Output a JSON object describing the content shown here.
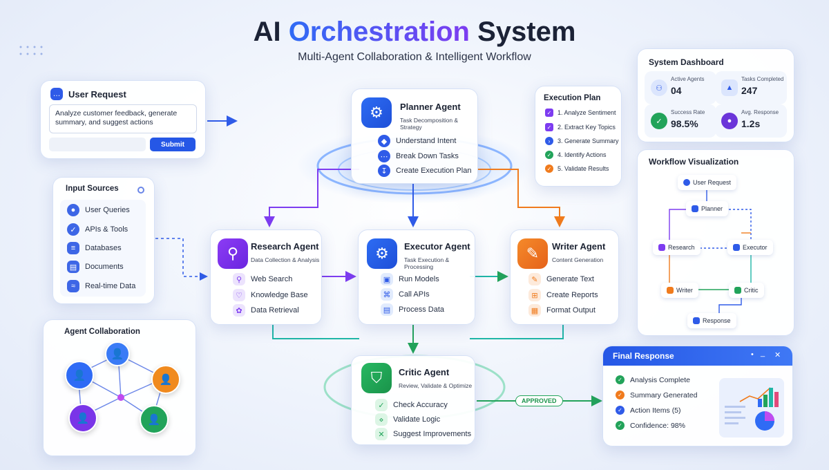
{
  "header": {
    "title_part1": "AI",
    "title_part2": "Orchestration",
    "title_part3": "System",
    "subtitle": "Multi-Agent Collaboration & Intelligent Workflow"
  },
  "user_request": {
    "title": "User Request",
    "text": "Analyze customer feedback, generate summary, and suggest actions",
    "input_placeholder": "",
    "submit_label": "Submit"
  },
  "input_sources": {
    "title": "Input Sources",
    "items": [
      {
        "label": "User Queries",
        "icon": "user-icon"
      },
      {
        "label": "APIs & Tools",
        "icon": "api-icon"
      },
      {
        "label": "Databases",
        "icon": "database-icon"
      },
      {
        "label": "Documents",
        "icon": "document-icon"
      },
      {
        "label": "Real-time Data",
        "icon": "stream-icon"
      }
    ]
  },
  "agent_collaboration": {
    "title": "Agent Collaboration"
  },
  "planner": {
    "title": "Planner Agent",
    "subtitle": "Task Decomposition & Strategy",
    "items": [
      "Understand Intent",
      "Break Down Tasks",
      "Create Execution Plan"
    ]
  },
  "research": {
    "title": "Research Agent",
    "subtitle": "Data Collection & Analysis",
    "items": [
      "Web Search",
      "Knowledge Base",
      "Data Retrieval"
    ]
  },
  "executor": {
    "title": "Executor Agent",
    "subtitle": "Task Execution & Processing",
    "items": [
      "Run Models",
      "Call APIs",
      "Process Data"
    ]
  },
  "writer": {
    "title": "Writer Agent",
    "subtitle": "Content Generation",
    "items": [
      "Generate Text",
      "Create Reports",
      "Format Output"
    ]
  },
  "critic": {
    "title": "Critic Agent",
    "subtitle": "Review, Validate & Optimize",
    "items": [
      "Check Accuracy",
      "Validate Logic",
      "Suggest Improvements"
    ]
  },
  "approved_label": "APPROVED",
  "execution_plan": {
    "title": "Execution Plan",
    "steps": [
      "1. Analyze Sentiment",
      "2. Extract Key Topics",
      "3. Generate Summary",
      "4. Identify Actions",
      "5. Validate Results"
    ]
  },
  "dashboard": {
    "title": "System Dashboard",
    "stats": [
      {
        "label": "Active Agents",
        "value": "04"
      },
      {
        "label": "Tasks Completed",
        "value": "247"
      },
      {
        "label": "Success Rate",
        "value": "98.5%"
      },
      {
        "label": "Avg. Response",
        "value": "1.2s"
      }
    ]
  },
  "workflow": {
    "title": "Workflow Visualization",
    "nodes": [
      "User Request",
      "Planner",
      "Research",
      "Executor",
      "Writer",
      "Critic",
      "Response"
    ]
  },
  "final_response": {
    "title": "Final Response",
    "window_controls": [
      "•",
      "_",
      "✕"
    ],
    "items": [
      "Analysis Complete",
      "Summary Generated",
      "Action Items (5)",
      "Confidence: 98%"
    ]
  },
  "colors": {
    "blue": "#2f6bf5",
    "purple": "#7d3cf0",
    "orange": "#f07b1d",
    "green": "#22a35a",
    "teal": "#1fb6a6"
  }
}
